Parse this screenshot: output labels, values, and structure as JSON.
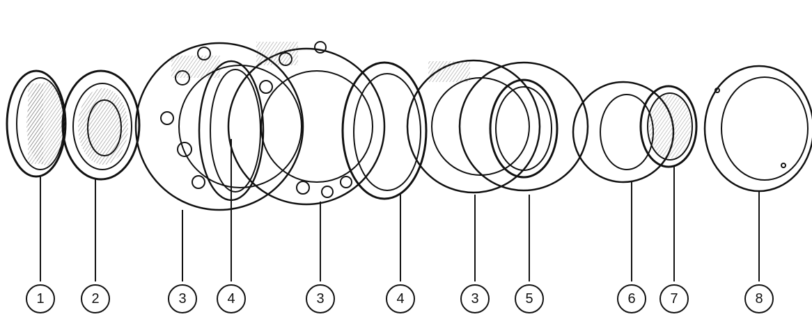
{
  "diagram": {
    "type": "exploded-assembly",
    "parts": [
      {
        "id": "part-1",
        "label": "1",
        "kind": "hub-body"
      },
      {
        "id": "part-2",
        "label": "2",
        "kind": "threaded-body"
      },
      {
        "id": "part-3a",
        "label": "3",
        "kind": "sprocket"
      },
      {
        "id": "part-4a",
        "label": "4",
        "kind": "spacer-ring"
      },
      {
        "id": "part-3b",
        "label": "3",
        "kind": "sprocket"
      },
      {
        "id": "part-4b",
        "label": "4",
        "kind": "spacer-ring"
      },
      {
        "id": "part-3c",
        "label": "3",
        "kind": "sprocket"
      },
      {
        "id": "part-5",
        "label": "5",
        "kind": "threaded-sprocket"
      },
      {
        "id": "part-6",
        "label": "6",
        "kind": "small-sprocket"
      },
      {
        "id": "part-7",
        "label": "7",
        "kind": "threaded-ring"
      },
      {
        "id": "part-8",
        "label": "8",
        "kind": "lock-ring"
      }
    ],
    "colors": {
      "ink": "#111111",
      "shade": "#9a9a9a",
      "background": "#ffffff"
    }
  }
}
